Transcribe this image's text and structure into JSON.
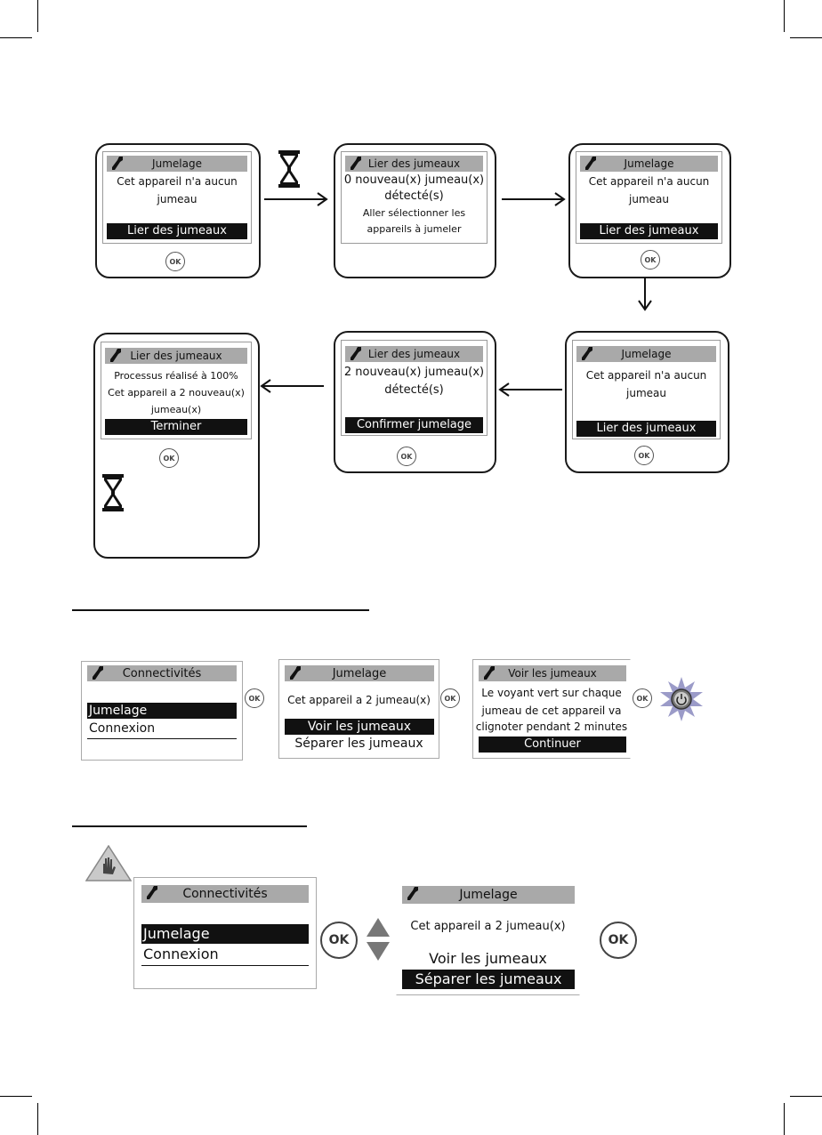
{
  "ok_label": "OK",
  "flow": {
    "s1": {
      "title": "Jumelage",
      "lines": [
        "Cet appareil n'a aucun",
        "jumeau"
      ],
      "selected": "Lier des jumeaux"
    },
    "s2": {
      "title": "Lier des jumeaux",
      "lines": [
        "0 nouveau(x) jumeau(x)",
        "détecté(s)",
        "Aller sélectionner les",
        "appareils à jumeler"
      ]
    },
    "s3": {
      "title": "Jumelage",
      "lines": [
        "Cet appareil n'a aucun",
        "jumeau"
      ],
      "selected": "Lier des jumeaux"
    },
    "s4": {
      "title": "Jumelage",
      "lines": [
        "Cet appareil n'a aucun",
        "jumeau"
      ],
      "selected": "Lier des jumeaux"
    },
    "s5": {
      "title": "Lier des jumeaux",
      "lines": [
        "2 nouveau(x) jumeau(x)",
        "détecté(s)"
      ],
      "selected": "Confirmer jumelage"
    },
    "s6": {
      "title": "Lier des jumeaux",
      "lines": [
        "Processus réalisé à 100%",
        "Cet appareil a 2 nouveau(x)",
        "jumeau(x)"
      ],
      "selected": "Terminer"
    }
  },
  "view": {
    "m1": {
      "title": "Connectivités",
      "items": [
        "Jumelage",
        "Connexion"
      ]
    },
    "m2": {
      "title": "Jumelage",
      "line": "Cet appareil a 2 jumeau(x)",
      "items": [
        "Voir les jumeaux",
        "Séparer les jumeaux"
      ]
    },
    "m3": {
      "title": "Voir les jumeaux",
      "lines": [
        "Le voyant vert sur chaque",
        "jumeau de cet appareil va",
        "clignoter pendant 2 minutes"
      ],
      "selected": "Continuer"
    }
  },
  "separate": {
    "m1": {
      "title": "Connectivités",
      "items": [
        "Jumelage",
        "Connexion"
      ]
    },
    "m2": {
      "title": "Jumelage",
      "line": "Cet appareil a 2 jumeau(x)",
      "items": [
        "Voir les jumeaux",
        "Séparer les jumeaux"
      ]
    }
  }
}
